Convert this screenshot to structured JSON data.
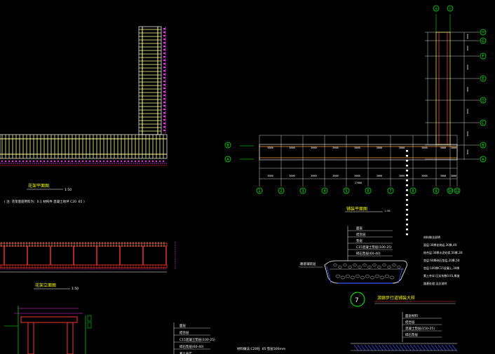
{
  "colors": {
    "background": "#000000",
    "structure": "#ffffff",
    "wood": "#ffff99",
    "beam": "#ff3333",
    "dimension": "#ff33ff",
    "axis": "#00ff00",
    "dash": "#ffff00",
    "hatch": "#3355ff"
  },
  "titles": {
    "plan": "花架平面图",
    "plan_scale": "1:50",
    "plan_note": "( 注: 花架底座用料为：0.1 材构件 混凝土地坪 C20 .65 )",
    "elevation": "花架立面图",
    "elevation_scale": "1:50",
    "section": "铺装平面图",
    "section_scale": "1:50",
    "detail_title": "游廊步行道铺装大样",
    "detail_number": "7"
  },
  "axes": {
    "columns": [
      "1",
      "2",
      "3",
      "4",
      "5",
      "6",
      "7",
      "8",
      "9",
      "10",
      "11"
    ],
    "rows_bottom": [
      "B",
      "A"
    ],
    "rows_right": [
      "H",
      "G",
      "F",
      "E",
      "D",
      "C",
      "B",
      "A"
    ],
    "top": [
      "⑩",
      "⑪"
    ]
  },
  "dimensions": {
    "plan_segments": [
      "3000",
      "3000",
      "3000",
      "3000",
      "3000",
      "3000",
      "3000",
      "3000",
      "3000",
      "3000"
    ],
    "plan_total": "27000",
    "vertical": [
      "3000",
      "3000",
      "3000",
      "3000",
      "3000",
      "3000",
      "3000"
    ]
  },
  "section_layers": [
    "面层",
    "结合层",
    "垫层",
    "C15混凝土垫层(100-25)",
    "碎石垫层(60-40)"
  ],
  "section_notes": [
    "材料做法说明",
    "面层:30厚花岗岩,30厚,40:",
    "结合层:30厚水泥砂浆,50厚,30:",
    "垫层:60厚碎石垫层,20厚,50:",
    "垫层:100厚C15混凝土,30厚",
    "素土夯实:压实系数0.93,厚度",
    "路基处理:见总说明"
  ],
  "section_side_label": "路基铺装层",
  "bottom_layers": [
    "面层",
    "结合层",
    "C15混凝土垫层(100-25)",
    "碎石垫层(60-40)",
    "素土夯实"
  ],
  "bottom_note": "材料做法:C20砼 .65 垫层300mm",
  "detail_layers": [
    "面层材料",
    "结合层",
    "混凝土垫层(150-25)",
    "碎石垫层"
  ]
}
